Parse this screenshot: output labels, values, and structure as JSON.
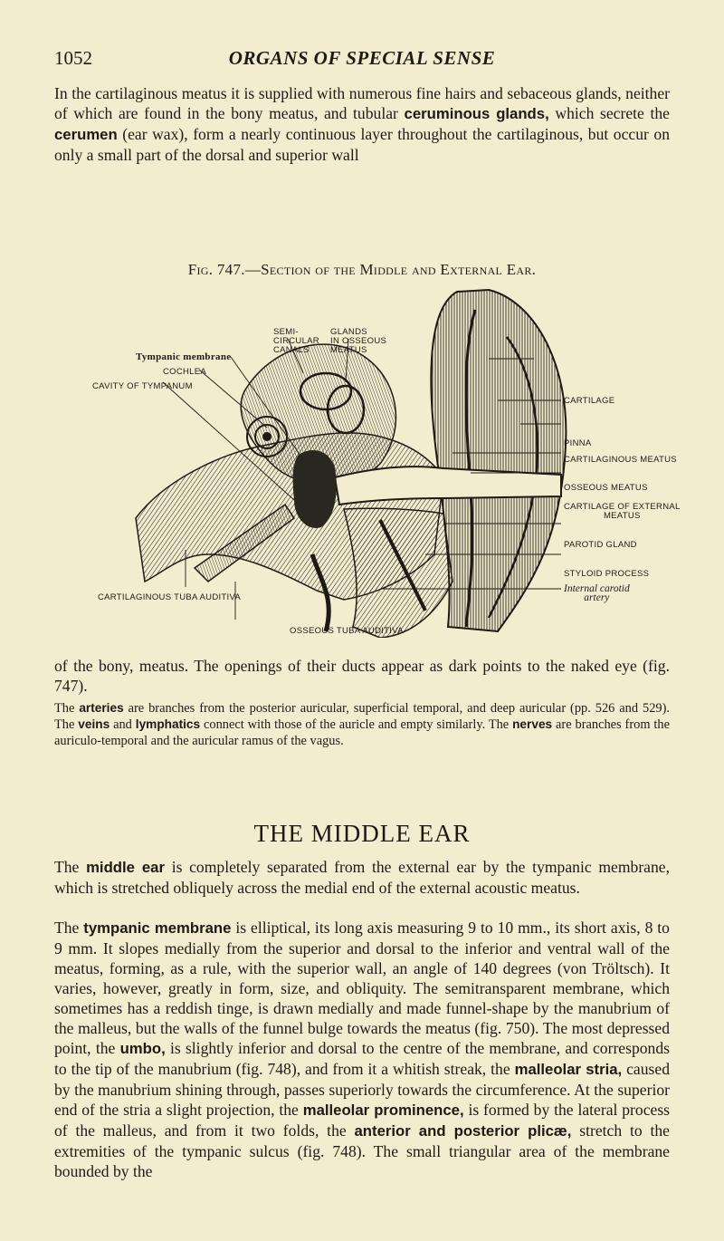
{
  "header": {
    "page_number": "1052",
    "running_head": "ORGANS OF SPECIAL SENSE"
  },
  "intro_paragraph": {
    "t1": "In the cartilaginous meatus it is supplied with numerous fine hairs and sebaceous glands, neither of which are found in the bony meatus, and tubular ",
    "b1": "ceruminous glands,",
    "t2": " which secrete the ",
    "b2": "cerumen",
    "t3": " (ear wax), form a nearly continuous layer throughout the cartilaginous, but occur on only a small part of the dorsal and superior wall"
  },
  "figure": {
    "caption_fig": "Fig. 747.",
    "caption_title": "—Section of the Middle and External Ear.",
    "labels": {
      "semicircular": "SEMI-\nCIRCULAR\nCANALS",
      "glands": "GLANDS\nIN OSSEOUS\nMEATUS",
      "tympanic_membrane": "Tympanic membrane",
      "cochlea": "COCHLEA",
      "cavity_tympanum": "CAVITY OF TYMPANUM",
      "cartilage": "CARTILAGE",
      "pinna": "PINNA",
      "cartilaginous_meatus": "CARTILAGINOUS MEATUS",
      "osseous_meatus": "OSSEOUS MEATUS",
      "cartilage_external_meatus": "CARTILAGE OF EXTERNAL\nMEATUS",
      "parotid_gland": "PAROTID GLAND",
      "styloid_process": "STYLOID PROCESS",
      "internal_carotid": "Internal carotid\nartery",
      "cartilaginous_tuba": "CARTILAGINOUS TUBA AUDITIVA",
      "osseous_tuba": "OSSEOUS TUBA AUDITIVA"
    }
  },
  "continuation_paragraph": "of the bony, meatus.  The openings of their ducts appear as dark points to the naked eye (fig. 747).",
  "small_paragraph": {
    "t1": "The ",
    "b1": "arteries",
    "t2": " are branches from the posterior auricular, superficial temporal, and deep auricular (pp. 526 and 529).  The ",
    "b2": "veins",
    "t3": " and ",
    "b3": "lymphatics",
    "t4": " connect with those of the auricle and empty similarly.  The ",
    "b4": "nerves",
    "t5": " are branches from the auriculo-temporal and the auricular ramus of the vagus."
  },
  "section_title": "THE MIDDLE EAR",
  "middle_ear_p1": {
    "t1": "The ",
    "b1": "middle ear",
    "t2": " is completely separated from the external ear by the tympanic membrane, which is stretched obliquely across the medial end of the external acoustic meatus."
  },
  "middle_ear_p2": {
    "t1": "The ",
    "b1": "tympanic membrane",
    "t2": " is elliptical, its long axis measuring 9 to 10 mm., its short axis, 8 to 9 mm.  It slopes medially from the superior and dorsal to the inferior and ventral wall of the meatus, forming, as a rule, with the superior wall, an angle of 140 degrees (von Tröltsch).  It varies, however, greatly in form, size, and obliquity.  The semitransparent membrane, which sometimes has a reddish tinge, is drawn medially and made funnel-shape by the manubrium of the malleus, but the walls of the funnel bulge towards the meatus (fig. 750).  The most depressed point, the ",
    "b2": "umbo,",
    "t3": " is slightly inferior and dorsal to the centre of the membrane, and corresponds to the tip of the manubrium (fig. 748), and from it a whitish streak, the ",
    "b3": "malleolar stria,",
    "t4": " caused by the manubrium shining through, passes superiorly towards the circumference.  At the superior end of the stria a slight projection, the ",
    "b4": "malleolar prominence,",
    "t5": " is formed by the lateral process of the malleus, and from it two folds, the ",
    "b5": "anterior and posterior plicæ,",
    "t6": " stretch to the extremities of the tympanic sulcus (fig. 748).  The small triangular area of the membrane bounded by the"
  }
}
